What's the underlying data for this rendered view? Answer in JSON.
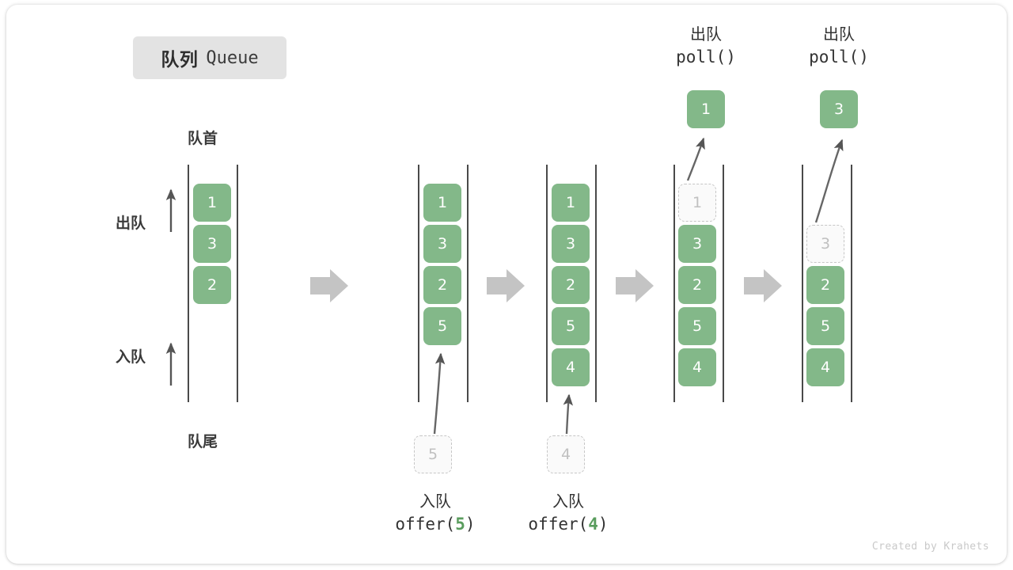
{
  "title": {
    "cn": "队列",
    "en": "Queue"
  },
  "labels": {
    "front": "队首",
    "rear": "队尾",
    "dequeue": "出队",
    "enqueue": "入队"
  },
  "watermark": "Created by Krahets",
  "colors": {
    "item_green": "#83b889",
    "ghost_border": "#c6c6c6",
    "ghost_text": "#c0c0c0",
    "rail": "#4a4a4a",
    "arrow_gray": "#c4c4c4",
    "badge_bg": "#e3e3e3",
    "text_dark": "#333333",
    "code_accent": "#5a9d5e"
  },
  "side_ops": [
    {
      "name": "dequeue-direction",
      "label": "出队"
    },
    {
      "name": "enqueue-direction",
      "label": "入队"
    }
  ],
  "columns": [
    {
      "id": "state-initial",
      "slots": [
        {
          "value": "1",
          "state": "filled"
        },
        {
          "value": "3",
          "state": "filled"
        },
        {
          "value": "2",
          "state": "filled"
        }
      ]
    },
    {
      "id": "state-after-offer-5",
      "slots": [
        {
          "value": "1",
          "state": "filled"
        },
        {
          "value": "3",
          "state": "filled"
        },
        {
          "value": "2",
          "state": "filled"
        },
        {
          "value": "5",
          "state": "filled"
        }
      ]
    },
    {
      "id": "state-after-offer-4",
      "slots": [
        {
          "value": "1",
          "state": "filled"
        },
        {
          "value": "3",
          "state": "filled"
        },
        {
          "value": "2",
          "state": "filled"
        },
        {
          "value": "5",
          "state": "filled"
        },
        {
          "value": "4",
          "state": "filled"
        }
      ]
    },
    {
      "id": "state-after-poll-1",
      "slots": [
        {
          "value": "1",
          "state": "ghost"
        },
        {
          "value": "3",
          "state": "filled"
        },
        {
          "value": "2",
          "state": "filled"
        },
        {
          "value": "5",
          "state": "filled"
        },
        {
          "value": "4",
          "state": "filled"
        }
      ]
    },
    {
      "id": "state-after-poll-3",
      "slots": [
        {
          "value": "",
          "state": "empty"
        },
        {
          "value": "3",
          "state": "ghost"
        },
        {
          "value": "2",
          "state": "filled"
        },
        {
          "value": "5",
          "state": "filled"
        },
        {
          "value": "4",
          "state": "filled"
        }
      ]
    }
  ],
  "operations": [
    {
      "id": "offer-5",
      "cn": "入队",
      "code_prefix": "offer(",
      "code_value": "5",
      "code_suffix": ")",
      "ghost_value": "5"
    },
    {
      "id": "offer-4",
      "cn": "入队",
      "code_prefix": "offer(",
      "code_value": "4",
      "code_suffix": ")",
      "ghost_value": "4"
    },
    {
      "id": "poll-1",
      "cn": "出队",
      "code_prefix": "poll(",
      "code_value": "",
      "code_suffix": ")",
      "result_value": "1"
    },
    {
      "id": "poll-3",
      "cn": "出队",
      "code_prefix": "poll(",
      "code_value": "",
      "code_suffix": ")",
      "result_value": "3"
    }
  ]
}
